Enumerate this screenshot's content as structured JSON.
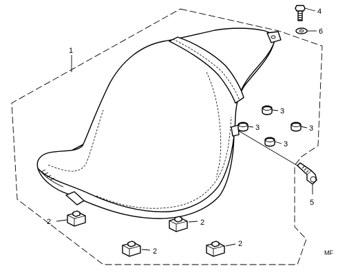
{
  "diagram": {
    "code": "MF",
    "callouts": [
      {
        "id": "seat",
        "label": "1"
      },
      {
        "id": "cushion-a",
        "label": "2"
      },
      {
        "id": "cushion-b",
        "label": "2"
      },
      {
        "id": "cushion-c",
        "label": "2"
      },
      {
        "id": "cushion-d",
        "label": "2"
      },
      {
        "id": "rubber-a",
        "label": "3"
      },
      {
        "id": "rubber-b",
        "label": "3"
      },
      {
        "id": "rubber-c",
        "label": "3"
      },
      {
        "id": "rubber-d",
        "label": "3"
      },
      {
        "id": "bolt-top",
        "label": "4"
      },
      {
        "id": "bolt-side",
        "label": "5"
      },
      {
        "id": "washer",
        "label": "6"
      }
    ]
  }
}
